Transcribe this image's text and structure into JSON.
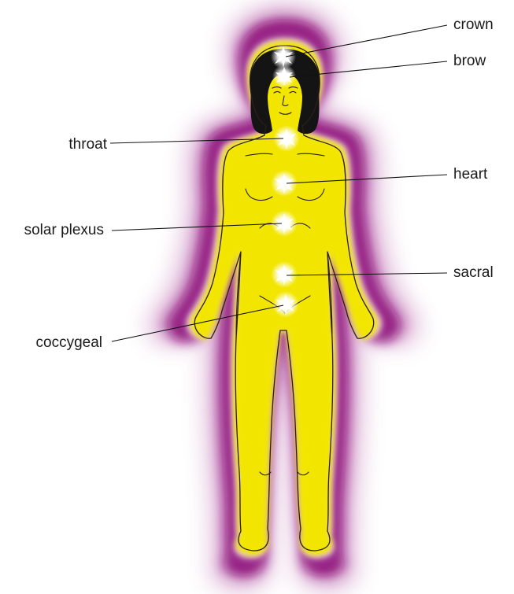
{
  "colors": {
    "aura_outer": "#8e0f79",
    "aura_mid": "#b56fb0",
    "aura_inner": "#f2e600",
    "skin": "#f8dfcd",
    "hair": "#141414",
    "chakra": "#ffffff"
  },
  "labels": {
    "crown": "crown",
    "brow": "brow",
    "throat": "throat",
    "heart": "heart",
    "solar_plexus": "solar plexus",
    "sacral": "sacral",
    "coccygeal": "coccygeal"
  }
}
